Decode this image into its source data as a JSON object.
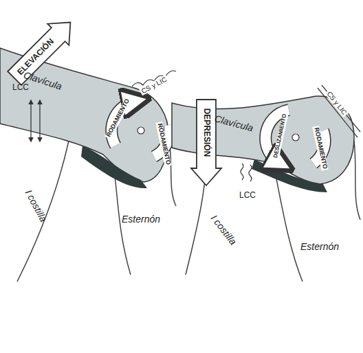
{
  "diagram": {
    "labels": [
      "ELEVACIÓN",
      "Clavícula",
      "LCC",
      "RODAMIENTO",
      "CS y LIC",
      "RODAMIENTO",
      "I costilla",
      "Esternón",
      "DEPRESIÓN",
      "Clavícula",
      "LCC",
      "DESLIZAMIENTO",
      "CS y LIC",
      "RODAMIENTO",
      "I costilla",
      "Esternón"
    ]
  }
}
